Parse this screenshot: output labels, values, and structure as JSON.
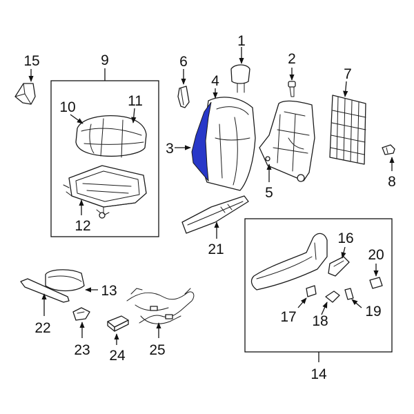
{
  "highlight_color": "#2838c8",
  "callouts": {
    "c1": "1",
    "c2": "2",
    "c3": "3",
    "c4": "4",
    "c5": "5",
    "c6": "6",
    "c7": "7",
    "c8": "8",
    "c9": "9",
    "c10": "10",
    "c11": "11",
    "c12": "12",
    "c13": "13",
    "c14": "14",
    "c15": "15",
    "c16": "16",
    "c17": "17",
    "c18": "18",
    "c19": "19",
    "c20": "20",
    "c21": "21",
    "c22": "22",
    "c23": "23",
    "c24": "24",
    "c25": "25"
  }
}
